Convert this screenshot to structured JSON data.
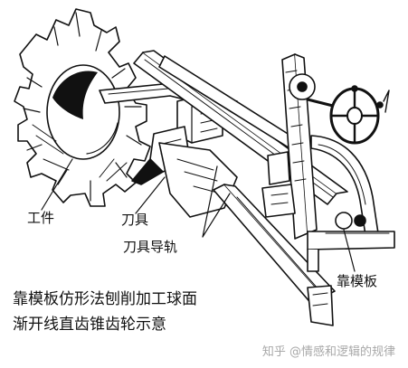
{
  "labels": {
    "workpiece": "工件",
    "cutter": "刀具",
    "cutter_guide": "刀具导轨",
    "template_plate": "靠模板"
  },
  "caption": {
    "line1": "靠模板仿形法刨削加工球面",
    "line2": "渐开线直齿锥齿轮示意"
  },
  "watermark": "知乎 @情感和逻辑的规律",
  "colors": {
    "ink": "#111111",
    "paper": "#ffffff",
    "watermark": "#a8a8a8"
  }
}
